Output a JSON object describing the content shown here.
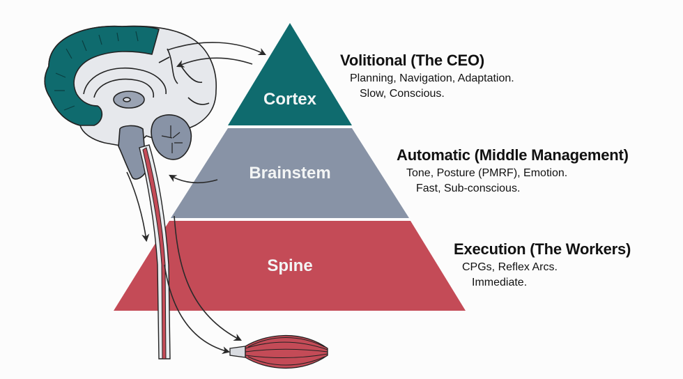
{
  "colors": {
    "cortex": "#0f6b6e",
    "brainstem": "#8893a6",
    "spine": "#c44b57",
    "brain_fill": "#e6e8ec",
    "outline": "#222222"
  },
  "pyramid": {
    "layers": [
      {
        "id": "cortex",
        "label": "Cortex"
      },
      {
        "id": "brainstem",
        "label": "Brainstem"
      },
      {
        "id": "spine",
        "label": "Spine"
      }
    ]
  },
  "descriptions": [
    {
      "title": "Volitional (The CEO)",
      "lines": [
        "Planning, Navigation, Adaptation.",
        "Slow, Conscious."
      ]
    },
    {
      "title": "Automatic (Middle Management)",
      "lines": [
        "Tone, Posture (PMRF), Emotion.",
        "Fast, Sub-conscious."
      ]
    },
    {
      "title": "Execution (The Workers)",
      "lines": [
        "CPGs, Reflex Arcs.",
        "Immediate."
      ]
    }
  ],
  "illustration": {
    "brain": "brain-sagittal-icon",
    "spinal_cord": "spinal-cord-icon",
    "muscle": "muscle-icon"
  }
}
